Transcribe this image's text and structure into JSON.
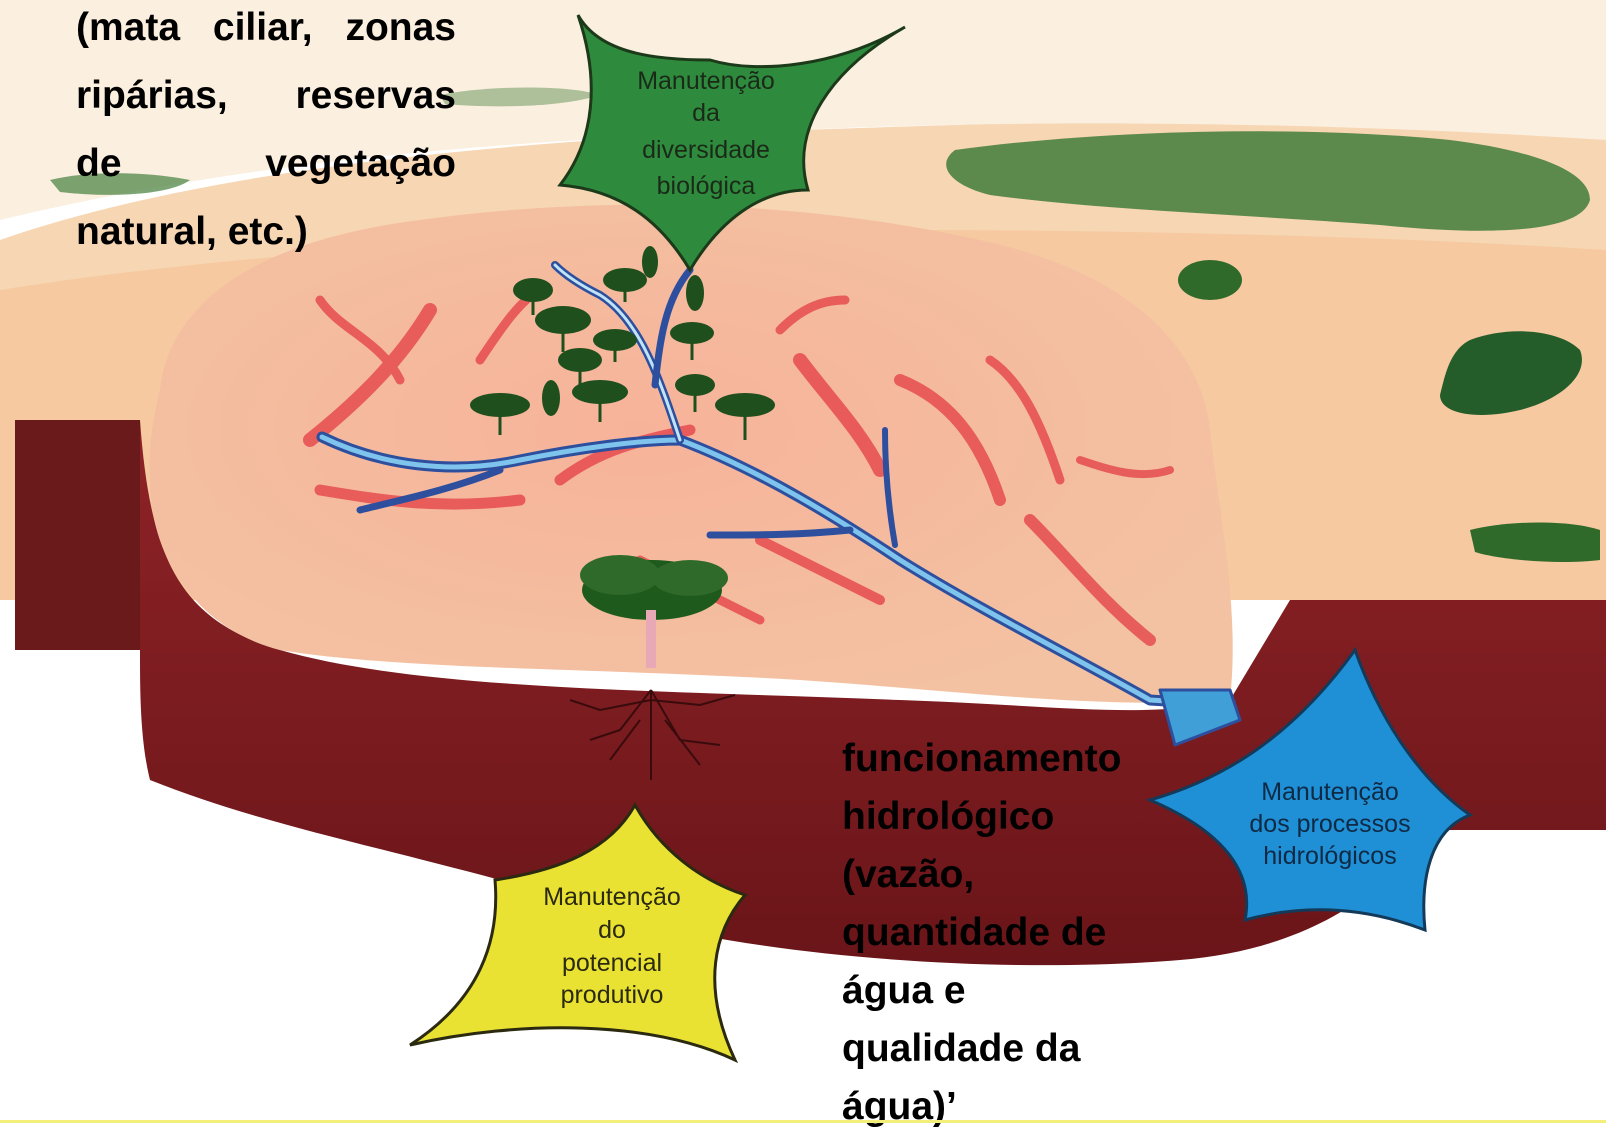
{
  "top_text": {
    "lines": [
      "(mata ciliar, zonas",
      "ripárias, reservas",
      "de vegetação",
      "natural, etc.)"
    ]
  },
  "bottom_text": {
    "lines": [
      "funcionamento",
      "hidrológico",
      "(vazão,",
      "quantidade de",
      "água e",
      "qualidade da",
      "água)’"
    ]
  },
  "badges": {
    "biodiversity": {
      "lines": [
        "Manutenção",
        "da",
        "diversidade",
        "biológica"
      ],
      "fill": "#2e8b3d"
    },
    "hydrology": {
      "lines": [
        "Manutenção",
        "dos processos",
        "hidrológicos"
      ],
      "fill": "#1f8fd6"
    },
    "productivity": {
      "lines": [
        "Manutenção",
        "do",
        "potencial",
        "produtivo"
      ],
      "fill": "#e9e233"
    }
  },
  "colors": {
    "soil": "#7a1a1c",
    "landscape": "#f6c9a0",
    "watershed": "#f4b48f",
    "tributaries": "#e5454a",
    "river": "#3f7fc9",
    "vegetation": "#2f6a2a",
    "accent_rule": "#f4ef7a"
  }
}
